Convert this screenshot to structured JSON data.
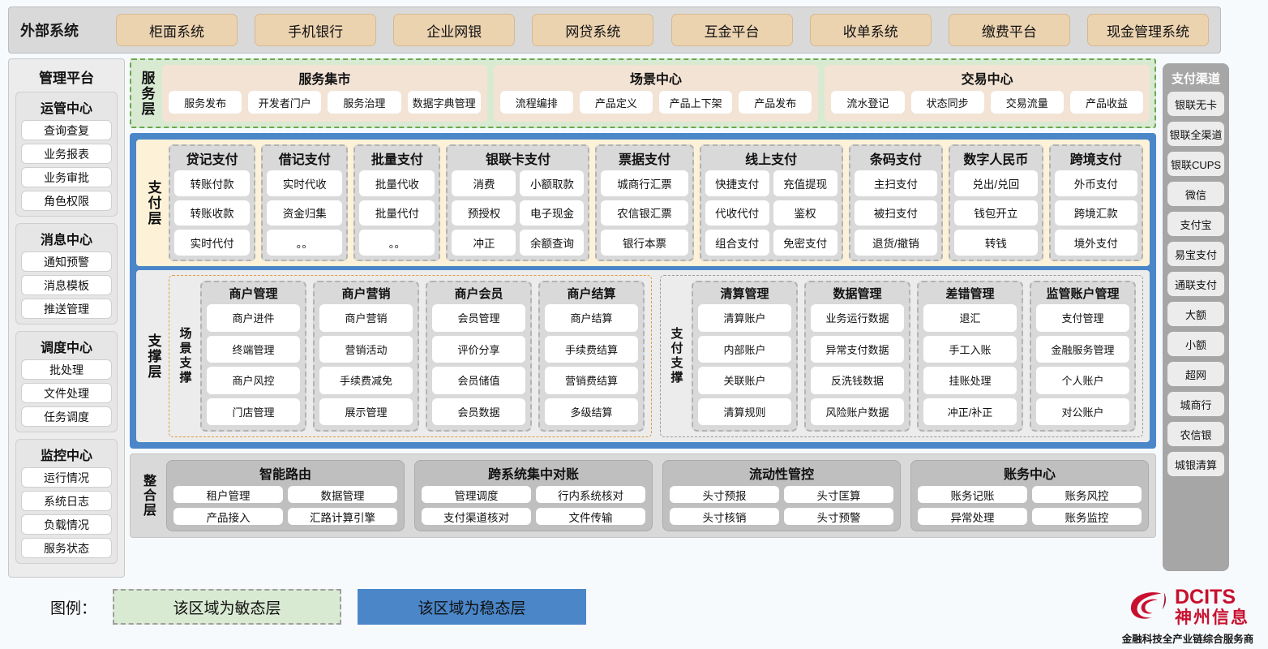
{
  "external": {
    "title": "外部系统",
    "items": [
      "柜面系统",
      "手机银行",
      "企业网银",
      "网贷系统",
      "互金平台",
      "收单系统",
      "缴费平台",
      "现金管理系统"
    ]
  },
  "management": {
    "title": "管理平台",
    "groups": [
      {
        "title": "运管中心",
        "items": [
          "查询查复",
          "业务报表",
          "业务审批",
          "角色权限"
        ]
      },
      {
        "title": "消息中心",
        "items": [
          "通知预警",
          "消息模板",
          "推送管理"
        ]
      },
      {
        "title": "调度中心",
        "items": [
          "批处理",
          "文件处理",
          "任务调度"
        ]
      },
      {
        "title": "监控中心",
        "items": [
          "运行情况",
          "系统日志",
          "负载情况",
          "服务状态"
        ]
      }
    ]
  },
  "channels": {
    "title": "支付渠道",
    "items": [
      "银联无卡",
      "银联全渠道",
      "银联CUPS",
      "微信",
      "支付宝",
      "易宝支付",
      "通联支付",
      "大额",
      "小额",
      "超网",
      "城商行",
      "农信银",
      "城银清算"
    ]
  },
  "service_layer": {
    "label": "服务层",
    "cards": [
      {
        "title": "服务集市",
        "items": [
          "服务发布",
          "开发者门户",
          "服务治理",
          "数据字典管理"
        ]
      },
      {
        "title": "场景中心",
        "items": [
          "流程编排",
          "产品定义",
          "产品上下架",
          "产品发布"
        ]
      },
      {
        "title": "交易中心",
        "items": [
          "流水登记",
          "状态同步",
          "交易流量",
          "产品收益"
        ]
      }
    ]
  },
  "payment_layer": {
    "label": "支付层",
    "columns": [
      {
        "title": "贷记支付",
        "cols": 1,
        "items": [
          "转账付款",
          "转账收款",
          "实时代付"
        ]
      },
      {
        "title": "借记支付",
        "cols": 1,
        "items": [
          "实时代收",
          "资金归集",
          "。。"
        ]
      },
      {
        "title": "批量支付",
        "cols": 1,
        "items": [
          "批量代收",
          "批量代付",
          "。。"
        ]
      },
      {
        "title": "银联卡支付",
        "cols": 2,
        "items": [
          "消费",
          "小额取款",
          "预授权",
          "电子现金",
          "冲正",
          "余额查询"
        ]
      },
      {
        "title": "票据支付",
        "cols": 1,
        "items": [
          "城商行汇票",
          "农信银汇票",
          "银行本票"
        ]
      },
      {
        "title": "线上支付",
        "cols": 2,
        "items": [
          "快捷支付",
          "充值提现",
          "代收代付",
          "鉴权",
          "组合支付",
          "免密支付"
        ]
      },
      {
        "title": "条码支付",
        "cols": 1,
        "items": [
          "主扫支付",
          "被扫支付",
          "退货/撤销"
        ]
      },
      {
        "title": "数字人民币",
        "cols": 1,
        "items": [
          "兑出/兑回",
          "钱包开立",
          "转钱"
        ]
      },
      {
        "title": "跨境支付",
        "cols": 1,
        "items": [
          "外币支付",
          "跨境汇款",
          "境外支付"
        ]
      }
    ]
  },
  "support_layer": {
    "label": "支撑层",
    "boxes": [
      {
        "label": "场景支撑",
        "columns": [
          {
            "title": "商户管理",
            "items": [
              "商户进件",
              "终端管理",
              "商户风控",
              "门店管理"
            ]
          },
          {
            "title": "商户营销",
            "items": [
              "商户营销",
              "营销活动",
              "手续费减免",
              "展示管理"
            ]
          },
          {
            "title": "商户会员",
            "items": [
              "会员管理",
              "评价分享",
              "会员储值",
              "会员数据"
            ]
          },
          {
            "title": "商户结算",
            "items": [
              "商户结算",
              "手续费结算",
              "营销费结算",
              "多级结算"
            ]
          }
        ]
      },
      {
        "label": "支付支撑",
        "columns": [
          {
            "title": "清算管理",
            "items": [
              "清算账户",
              "内部账户",
              "关联账户",
              "清算规则"
            ]
          },
          {
            "title": "数据管理",
            "items": [
              "业务运行数据",
              "异常支付数据",
              "反洗钱数据",
              "风险账户数据"
            ]
          },
          {
            "title": "差错管理",
            "items": [
              "退汇",
              "手工入账",
              "挂账处理",
              "冲正/补正"
            ]
          },
          {
            "title": "监管账户管理",
            "items": [
              "支付管理",
              "金融服务管理",
              "个人账户",
              "对公账户"
            ]
          }
        ]
      }
    ]
  },
  "integration_layer": {
    "label": "整合层",
    "boxes": [
      {
        "title": "智能路由",
        "items": [
          "租户管理",
          "数据管理",
          "产品接入",
          "汇路计算引擎"
        ]
      },
      {
        "title": "跨系统集中对账",
        "items": [
          "管理调度",
          "行内系统核对",
          "支付渠道核对",
          "文件传输"
        ]
      },
      {
        "title": "流动性管控",
        "items": [
          "头寸预报",
          "头寸匡算",
          "头寸核销",
          "头寸预警"
        ]
      },
      {
        "title": "账务中心",
        "items": [
          "账务记账",
          "账务风控",
          "异常处理",
          "账务监控"
        ]
      }
    ]
  },
  "legend": {
    "label": "图例：",
    "agile": "该区域为敏态层",
    "stable": "该区域为稳态层",
    "agile_color": "#d9ead3",
    "stable_color": "#4a86c8"
  },
  "logo": {
    "en": "DCITS",
    "cn": "神州信息",
    "tagline": "金融科技全产业链综合服务商",
    "color": "#c8102e"
  }
}
